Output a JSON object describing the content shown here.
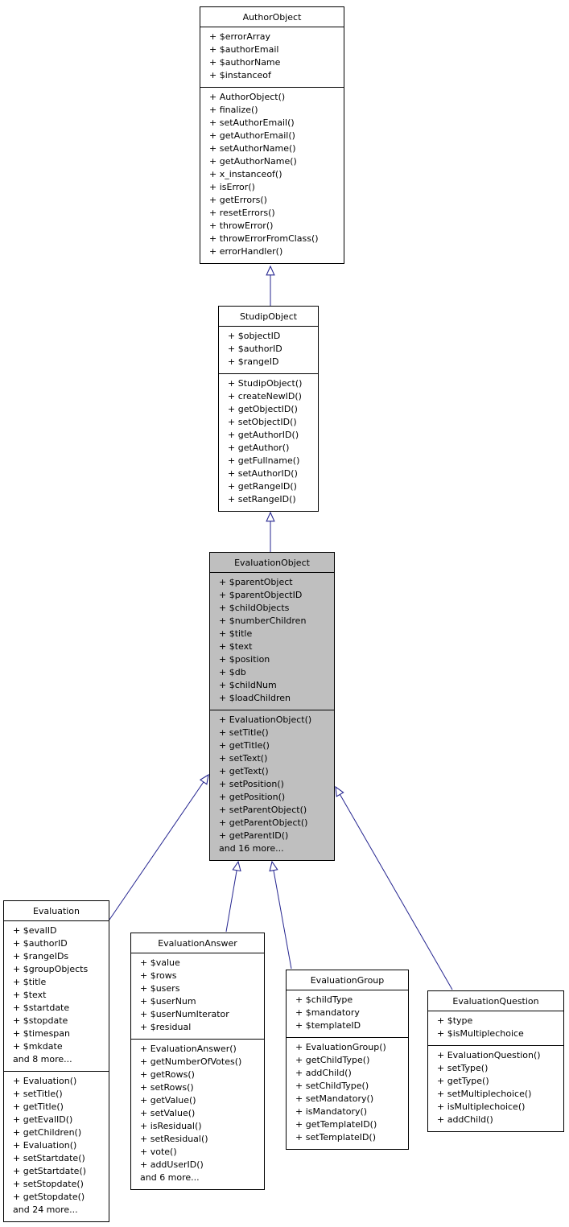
{
  "diagram": {
    "colors": {
      "arrow": "#24248f",
      "box_border": "#000000",
      "box_fill": "#ffffff",
      "highlight_fill": "#bfbfbf",
      "text": "#000000"
    },
    "classes": [
      {
        "name": "AuthorObject",
        "highlighted": false,
        "fields": [
          "+ $errorArray",
          "+ $authorEmail",
          "+ $authorName",
          "+ $instanceof"
        ],
        "methods": [
          "+ AuthorObject()",
          "+ finalize()",
          "+ setAuthorEmail()",
          "+ getAuthorEmail()",
          "+ setAuthorName()",
          "+ getAuthorName()",
          "+ x_instanceof()",
          "+ isError()",
          "+ getErrors()",
          "+ resetErrors()",
          "+ throwError()",
          "+ throwErrorFromClass()",
          "+ errorHandler()"
        ]
      },
      {
        "name": "StudipObject",
        "highlighted": false,
        "fields": [
          "+ $objectID",
          "+ $authorID",
          "+ $rangeID"
        ],
        "methods": [
          "+ StudipObject()",
          "+ createNewID()",
          "+ getObjectID()",
          "+ setObjectID()",
          "+ getAuthorID()",
          "+ getAuthor()",
          "+ getFullname()",
          "+ setAuthorID()",
          "+ getRangeID()",
          "+ setRangeID()"
        ]
      },
      {
        "name": "EvaluationObject",
        "highlighted": true,
        "fields": [
          "+ $parentObject",
          "+ $parentObjectID",
          "+ $childObjects",
          "+ $numberChildren",
          "+ $title",
          "+ $text",
          "+ $position",
          "+ $db",
          "+ $childNum",
          "+ $loadChildren"
        ],
        "methods": [
          "+ EvaluationObject()",
          "+ setTitle()",
          "+ getTitle()",
          "+ setText()",
          "+ getText()",
          "+ setPosition()",
          "+ getPosition()",
          "+ setParentObject()",
          "+ getParentObject()",
          "+ getParentID()",
          "and 16 more..."
        ]
      },
      {
        "name": "Evaluation",
        "highlighted": false,
        "fields": [
          "+ $evalID",
          "+ $authorID",
          "+ $rangeIDs",
          "+ $groupObjects",
          "+ $title",
          "+ $text",
          "+ $startdate",
          "+ $stopdate",
          "+ $timespan",
          "+ $mkdate",
          "and 8 more..."
        ],
        "methods": [
          "+ Evaluation()",
          "+ setTitle()",
          "+ getTitle()",
          "+ getEvalID()",
          "+ getChildren()",
          "+ Evaluation()",
          "+ setStartdate()",
          "+ getStartdate()",
          "+ setStopdate()",
          "+ getStopdate()",
          "and 24 more..."
        ]
      },
      {
        "name": "EvaluationAnswer",
        "highlighted": false,
        "fields": [
          "+ $value",
          "+ $rows",
          "+ $users",
          "+ $userNum",
          "+ $userNumIterator",
          "+ $residual"
        ],
        "methods": [
          "+ EvaluationAnswer()",
          "+ getNumberOfVotes()",
          "+ getRows()",
          "+ setRows()",
          "+ getValue()",
          "+ setValue()",
          "+ isResidual()",
          "+ setResidual()",
          "+ vote()",
          "+ addUserID()",
          "and 6 more..."
        ]
      },
      {
        "name": "EvaluationGroup",
        "highlighted": false,
        "fields": [
          "+ $childType",
          "+ $mandatory",
          "+ $templateID"
        ],
        "methods": [
          "+ EvaluationGroup()",
          "+ getChildType()",
          "+ addChild()",
          "+ setChildType()",
          "+ setMandatory()",
          "+ isMandatory()",
          "+ getTemplateID()",
          "+ setTemplateID()"
        ]
      },
      {
        "name": "EvaluationQuestion",
        "highlighted": false,
        "fields": [
          "+ $type",
          "+ $isMultiplechoice"
        ],
        "methods": [
          "+ EvaluationQuestion()",
          "+ setType()",
          "+ getType()",
          "+ setMultiplechoice()",
          "+ isMultiplechoice()",
          "+ addChild()"
        ]
      }
    ],
    "edges": [
      {
        "from": "StudipObject",
        "to": "AuthorObject",
        "relation": "inheritance"
      },
      {
        "from": "EvaluationObject",
        "to": "StudipObject",
        "relation": "inheritance"
      },
      {
        "from": "Evaluation",
        "to": "EvaluationObject",
        "relation": "inheritance"
      },
      {
        "from": "EvaluationAnswer",
        "to": "EvaluationObject",
        "relation": "inheritance"
      },
      {
        "from": "EvaluationGroup",
        "to": "EvaluationObject",
        "relation": "inheritance"
      },
      {
        "from": "EvaluationQuestion",
        "to": "EvaluationObject",
        "relation": "inheritance"
      }
    ]
  }
}
